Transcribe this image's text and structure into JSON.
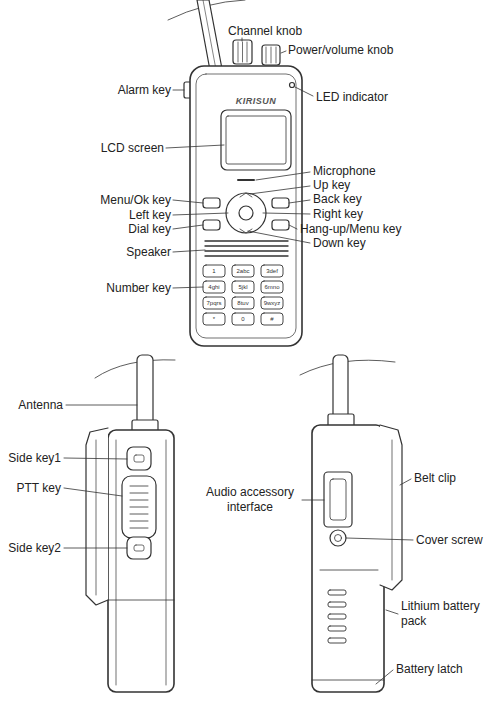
{
  "diagram": {
    "labels": [
      "Channel knob",
      "Power/volume knob",
      "Alarm key",
      "LED indicator",
      "KIRISUN",
      "LCD screen",
      "Microphone",
      "Up key",
      "Menu/Ok key",
      "Back key",
      "Left key",
      "Right key",
      "Dial key",
      "Hang-up/Menu key",
      "Down key",
      "Speaker",
      "Number key",
      "1",
      "2abc",
      "3def",
      "4ghi",
      "5jkl",
      "6mno",
      "7pqrs",
      "8tuv",
      "9wxyz",
      "*",
      "0",
      "#",
      "Antenna",
      "Side key1",
      "PTT key",
      "Side key2",
      "Audio accessory interface",
      "Belt clip",
      "Cover screw",
      "Lithium battery pack",
      "Battery latch"
    ]
  }
}
